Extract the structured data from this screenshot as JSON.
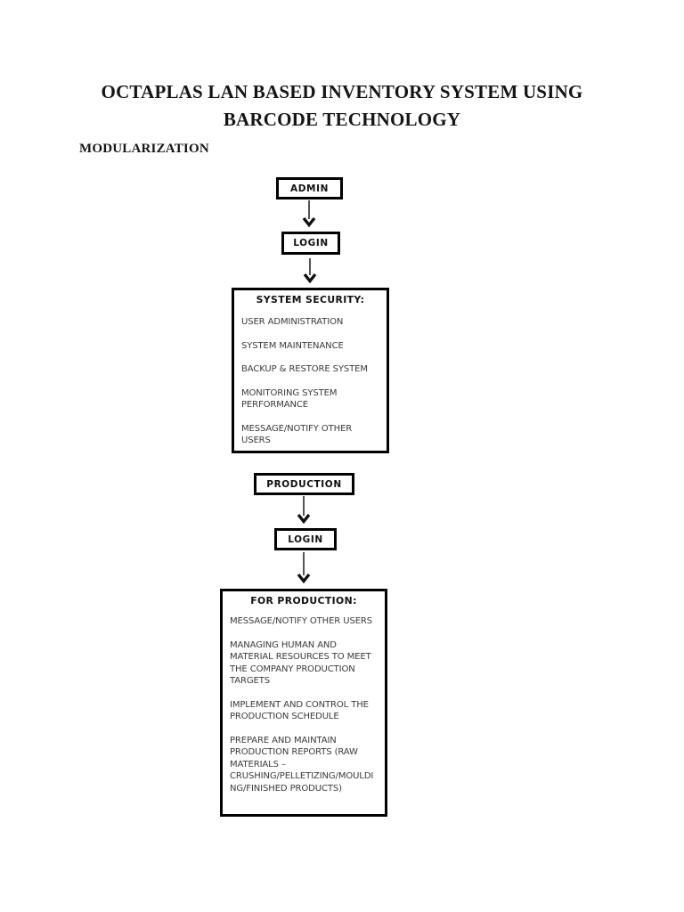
{
  "document": {
    "title": "OCTAPLAS LAN BASED INVENTORY SYSTEM USING\nBARCODE TECHNOLOGY",
    "section_heading": "MODULARIZATION"
  },
  "flowchart": {
    "nodes": {
      "admin": "ADMIN",
      "login_admin": "LOGIN",
      "production": "PRODUCTION",
      "login_production": "LOGIN"
    },
    "security": {
      "header": "SYSTEM SECURITY:",
      "items": [
        "USER ADMINISTRATION",
        "SYSTEM MAINTENANCE",
        "BACKUP & RESTORE SYSTEM",
        "MONITORING SYSTEM\nPERFORMANCE",
        "MESSAGE/NOTIFY OTHER\nUSERS"
      ]
    },
    "production_box": {
      "header": "FOR PRODUCTION:",
      "items": [
        "MESSAGE/NOTIFY OTHER USERS",
        "MANAGING HUMAN AND\nMATERIAL RESOURCES TO MEET\nTHE COMPANY PRODUCTION\nTARGETS",
        "IMPLEMENT AND CONTROL THE\nPRODUCTION SCHEDULE",
        "PREPARE AND MAINTAIN\nPRODUCTION REPORTS (RAW\nMATERIALS –\nCRUSHING/PELLETIZING/MOULDI\nNG/FINISHED PRODUCTS)"
      ]
    }
  },
  "colors": {
    "background": "#ffffff",
    "border": "#000000",
    "heading_text": "#151515",
    "body_text": "#3a3a3a"
  }
}
